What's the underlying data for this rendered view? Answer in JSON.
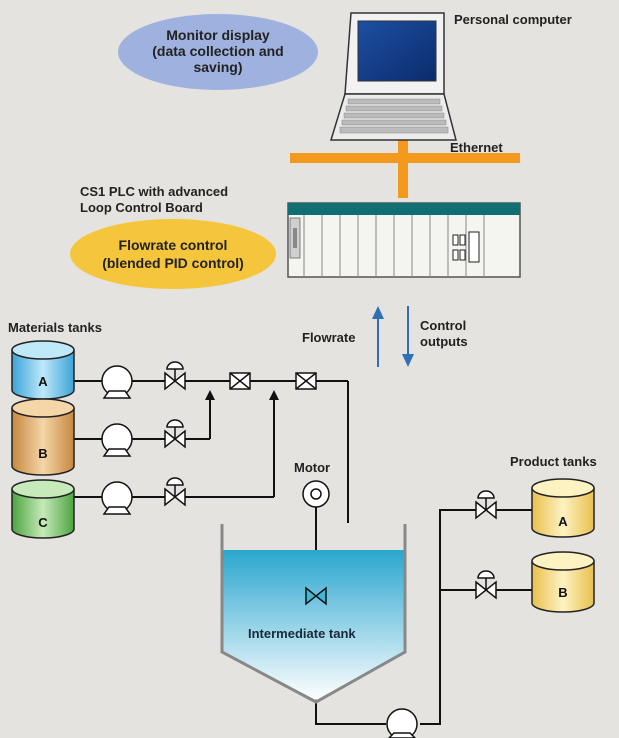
{
  "labels": {
    "personal_computer": "Personal computer",
    "monitor_display": [
      "Monitor display",
      "(data collection and",
      "saving)"
    ],
    "ethernet": "Ethernet",
    "plc_title": [
      "CS1 PLC with advanced",
      "Loop Control Board"
    ],
    "flowrate_control": [
      "Flowrate control",
      "(blended PID control)"
    ],
    "materials_tanks": "Materials tanks",
    "flowrate": "Flowrate",
    "control_outputs": [
      "Control",
      "outputs"
    ],
    "motor": "Motor",
    "product_tanks": "Product tanks",
    "intermediate_tank": "Intermediate tank"
  },
  "materials_tanks": [
    "A",
    "B",
    "C"
  ],
  "product_tanks": [
    "A",
    "B"
  ],
  "colors": {
    "background": "#e4e3df",
    "ethernet": "#f39a1e",
    "monitor_bubble": "#9fb1de",
    "flowrate_bubble": "#f5c63c",
    "arrow": "#2f6fb6",
    "tank_a": "#6cc3ea",
    "tank_b": "#dca66a",
    "tank_c": "#79c267",
    "product_tank": "#f6dc7b",
    "plc_top": "#0f6f72",
    "water": "#3fb8d8"
  },
  "icons": [
    "pump-icon",
    "valve-icon",
    "flowmeter-icon",
    "motor-icon",
    "mixer-icon",
    "computer-icon",
    "plc-icon"
  ]
}
